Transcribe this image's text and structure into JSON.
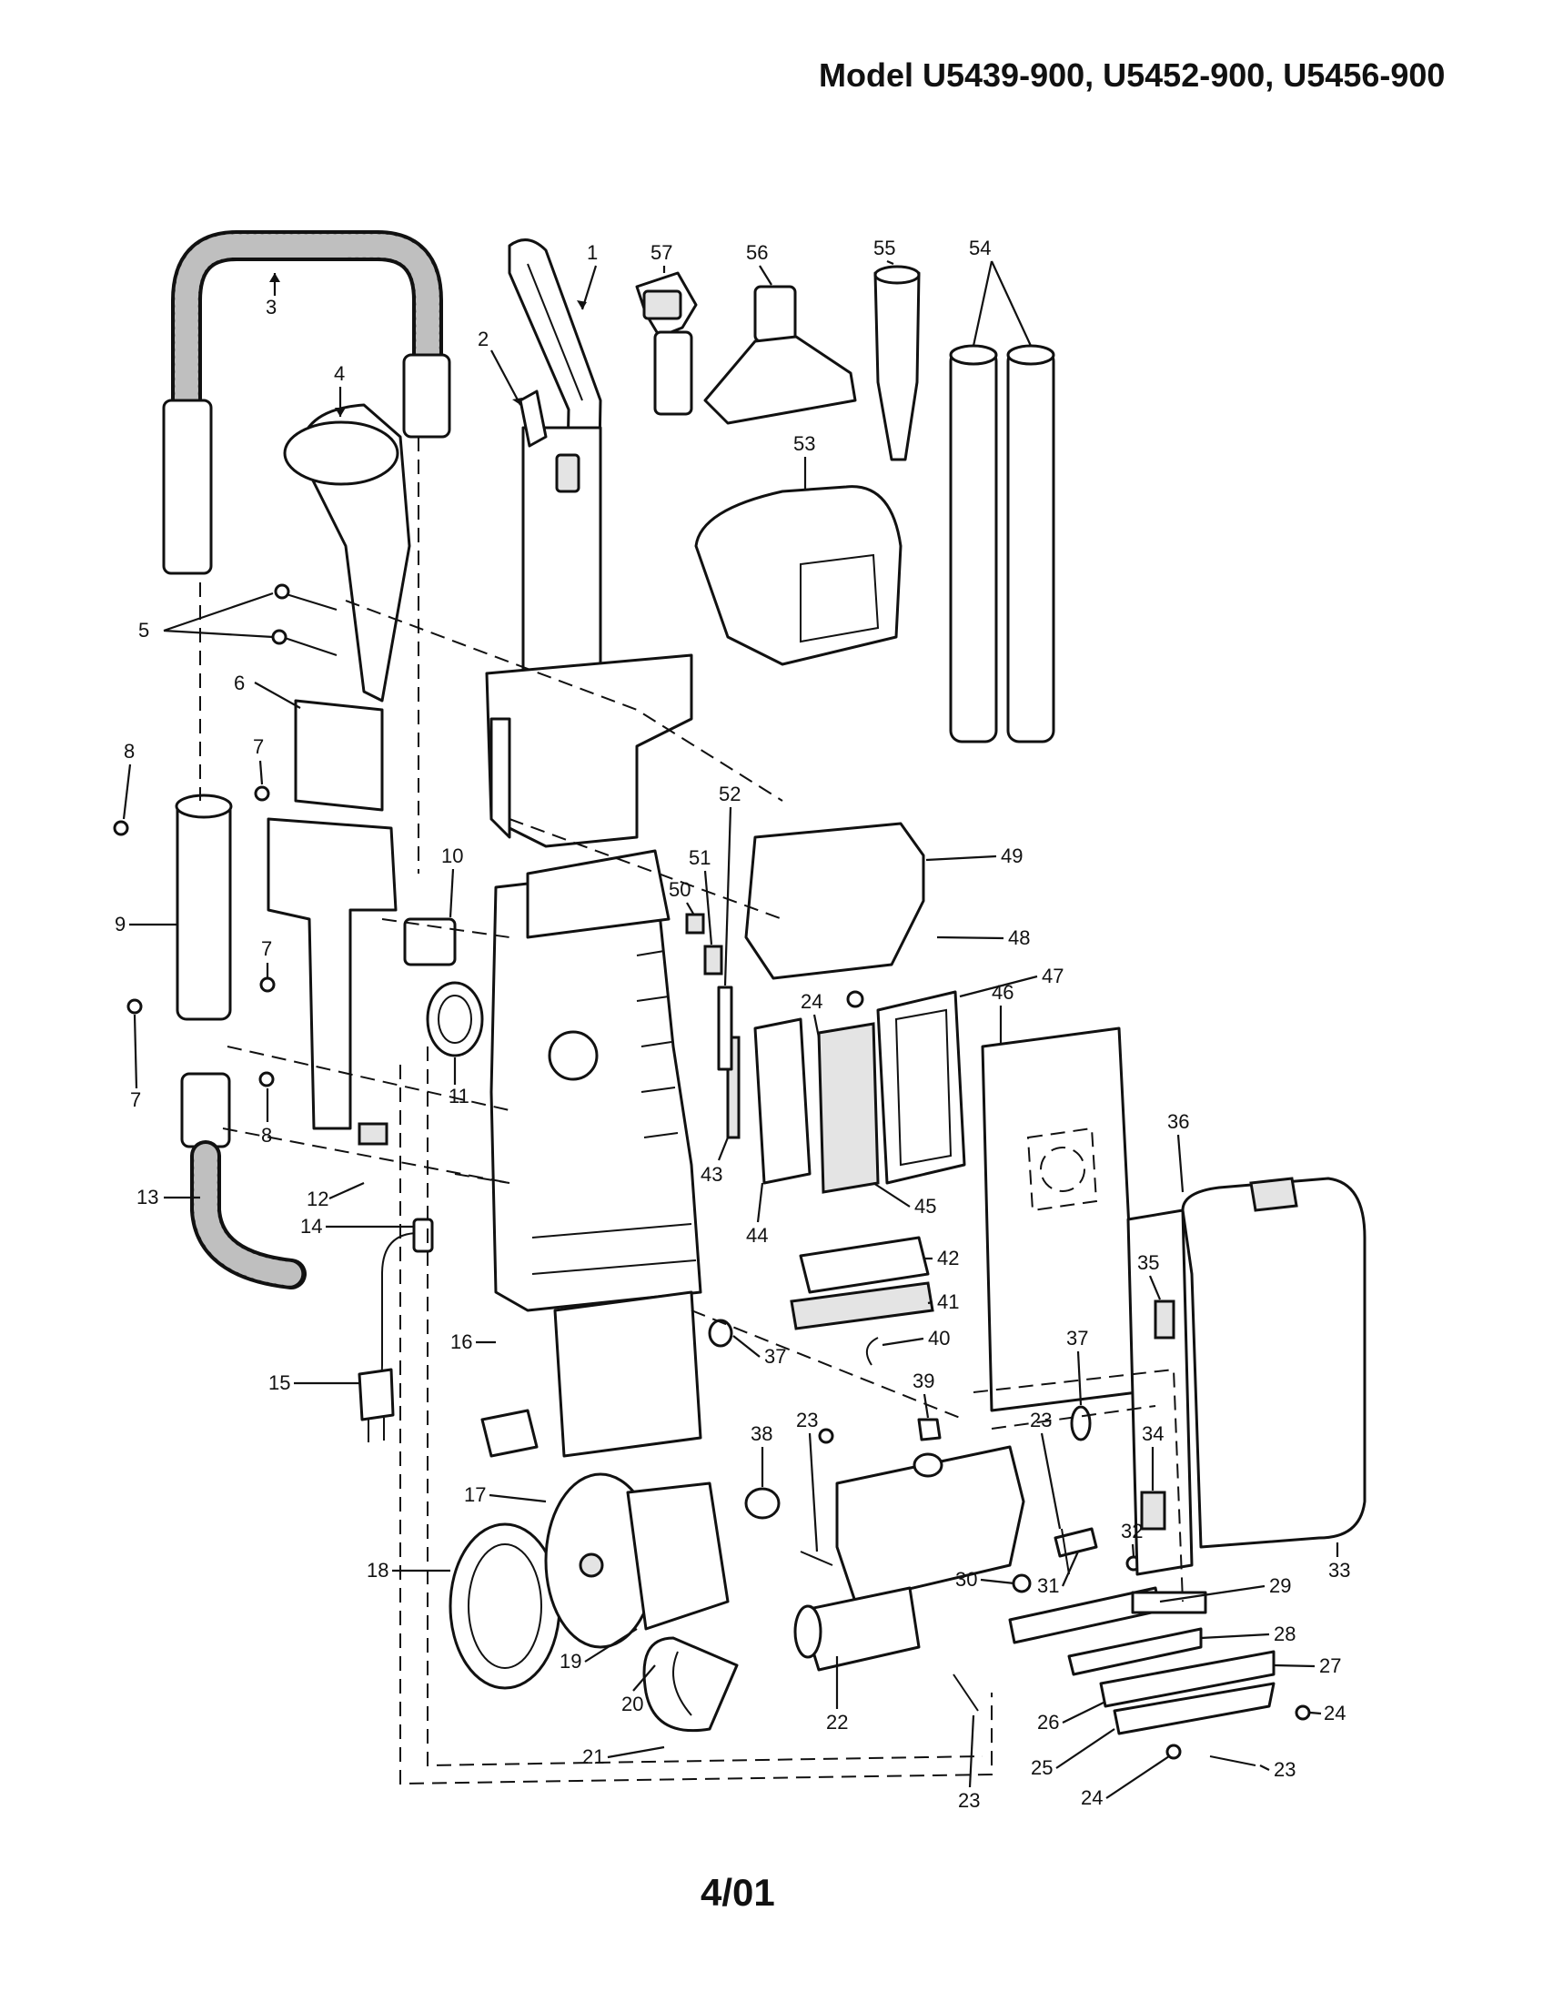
{
  "header": {
    "model_title": "Model U5439-900, U5452-900, U5456-900"
  },
  "footer": {
    "date": "4/01"
  },
  "callouts": [
    {
      "n": "1"
    },
    {
      "n": "2"
    },
    {
      "n": "3"
    },
    {
      "n": "4"
    },
    {
      "n": "5"
    },
    {
      "n": "6"
    },
    {
      "n": "7"
    },
    {
      "n": "7"
    },
    {
      "n": "7"
    },
    {
      "n": "8"
    },
    {
      "n": "8"
    },
    {
      "n": "9"
    },
    {
      "n": "10"
    },
    {
      "n": "11"
    },
    {
      "n": "12"
    },
    {
      "n": "13"
    },
    {
      "n": "14"
    },
    {
      "n": "15"
    },
    {
      "n": "16"
    },
    {
      "n": "17"
    },
    {
      "n": "18"
    },
    {
      "n": "19"
    },
    {
      "n": "20"
    },
    {
      "n": "21"
    },
    {
      "n": "22"
    },
    {
      "n": "23"
    },
    {
      "n": "23"
    },
    {
      "n": "23"
    },
    {
      "n": "23"
    },
    {
      "n": "24"
    },
    {
      "n": "24"
    },
    {
      "n": "24"
    },
    {
      "n": "25"
    },
    {
      "n": "26"
    },
    {
      "n": "27"
    },
    {
      "n": "28"
    },
    {
      "n": "29"
    },
    {
      "n": "30"
    },
    {
      "n": "31"
    },
    {
      "n": "32"
    },
    {
      "n": "33"
    },
    {
      "n": "34"
    },
    {
      "n": "35"
    },
    {
      "n": "36"
    },
    {
      "n": "37"
    },
    {
      "n": "37"
    },
    {
      "n": "38"
    },
    {
      "n": "39"
    },
    {
      "n": "40"
    },
    {
      "n": "41"
    },
    {
      "n": "42"
    },
    {
      "n": "43"
    },
    {
      "n": "44"
    },
    {
      "n": "45"
    },
    {
      "n": "46"
    },
    {
      "n": "47"
    },
    {
      "n": "48"
    },
    {
      "n": "49"
    },
    {
      "n": "50"
    },
    {
      "n": "51"
    },
    {
      "n": "52"
    },
    {
      "n": "53"
    },
    {
      "n": "54"
    },
    {
      "n": "55"
    },
    {
      "n": "56"
    },
    {
      "n": "57"
    }
  ]
}
